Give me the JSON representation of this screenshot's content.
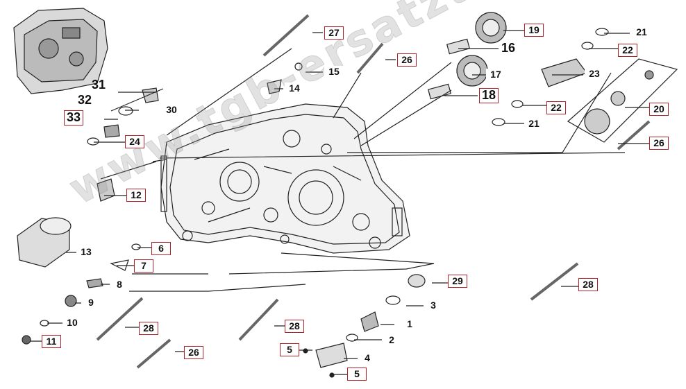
{
  "watermark": "www.tgb-ersatzteile.de",
  "labels": {
    "l27": "27",
    "l26a": "26",
    "l15": "15",
    "l14": "14",
    "l19": "19",
    "l16": "16",
    "l17": "17",
    "l18": "18",
    "l21a": "21",
    "l22a": "22",
    "l23": "23",
    "l22b": "22",
    "l21b": "21",
    "l20": "20",
    "l26b": "26",
    "l31": "31",
    "l32": "32",
    "l30": "30",
    "l33": "33",
    "l24": "24",
    "l12": "12",
    "l13": "13",
    "l6": "6",
    "l7": "7",
    "l8": "8",
    "l9": "9",
    "l10": "10",
    "l11": "11",
    "l28a": "28",
    "l26c": "26",
    "l28b": "28",
    "l29": "29",
    "l3": "3",
    "l1": "1",
    "l2": "2",
    "l5a": "5",
    "l4": "4",
    "l5b": "5",
    "l28c": "28"
  }
}
